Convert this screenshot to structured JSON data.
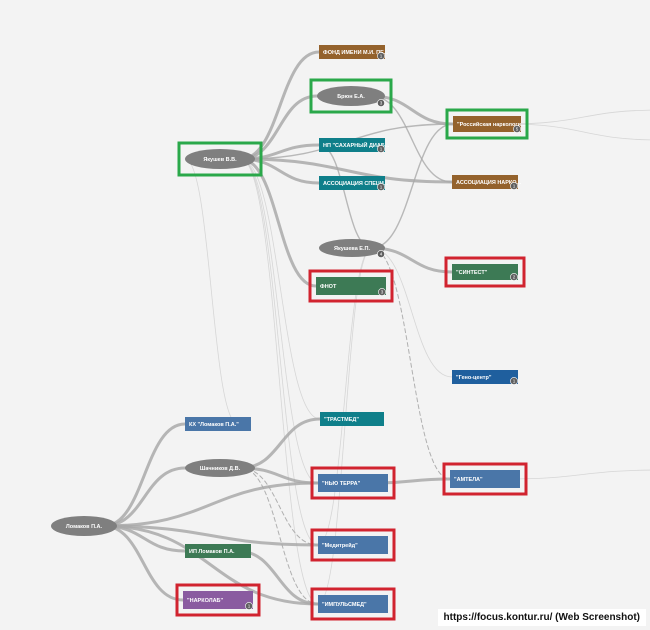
{
  "colors": {
    "background": "#f3f3f3",
    "person": "#7f7f7f",
    "teal": "#0f7f8a",
    "blue": "#4a76a8",
    "darkblue": "#1f5f9e",
    "green": "#3d7a55",
    "brown": "#94622c",
    "purple": "#8a5ba0",
    "highlight_red": "#d1232f",
    "highlight_green": "#2aa84a",
    "edge": "#a9a9a9",
    "edge_light": "#d3d3d3"
  },
  "nodes": [
    {
      "id": "fond",
      "type": "org",
      "label": "ФОНД ИМЕНИ М.И. ПЕ...",
      "color": "brown",
      "badge": "1",
      "highlight": ""
    },
    {
      "id": "bryun",
      "type": "person",
      "label": "Брюн Е.А.",
      "badge": "3",
      "highlight": "green"
    },
    {
      "id": "rosnark",
      "type": "org",
      "label": "\"Российская наркологи...",
      "color": "brown",
      "badge": "5",
      "highlight": "green"
    },
    {
      "id": "yakushev",
      "type": "person",
      "label": "Якушев В.В.",
      "badge": "",
      "highlight": "green"
    },
    {
      "id": "sakhar",
      "type": "org",
      "label": "НП \"САХАРНЫЙ ДИАБ...",
      "color": "teal",
      "badge": "1",
      "highlight": ""
    },
    {
      "id": "assoc_spec",
      "type": "org",
      "label": "АССОЦИАЦИЯ СПЕЦИ...",
      "color": "teal",
      "badge": "1",
      "highlight": ""
    },
    {
      "id": "assoc_nark",
      "type": "org",
      "label": "АССОЦИАЦИЯ НАРКО...",
      "color": "brown",
      "badge": "1",
      "highlight": ""
    },
    {
      "id": "yakusheva",
      "type": "person",
      "label": "Якушева Е.П.",
      "badge": "4",
      "highlight": ""
    },
    {
      "id": "fnot",
      "type": "org",
      "label": "ФНОТ",
      "color": "green",
      "badge": "3",
      "highlight": "red"
    },
    {
      "id": "sintest",
      "type": "org",
      "label": "\"СИНТЕСТ\"",
      "color": "green",
      "badge": "2",
      "highlight": "red"
    },
    {
      "id": "genocenter",
      "type": "org",
      "label": "\"Гено-центр\"",
      "color": "darkblue",
      "badge": "1",
      "highlight": ""
    },
    {
      "id": "kh_lomakov",
      "type": "org",
      "label": "КХ \"Ломаков П.А.\"",
      "color": "blue",
      "badge": "",
      "highlight": ""
    },
    {
      "id": "trastmed",
      "type": "org",
      "label": "\"ТРАСТМЕД\"",
      "color": "teal",
      "badge": "",
      "highlight": ""
    },
    {
      "id": "shachnikov",
      "type": "person",
      "label": "Шачников Д.В.",
      "badge": "",
      "highlight": ""
    },
    {
      "id": "nyu_terra",
      "type": "org",
      "label": "\"НЬЮ ТЕРРА\"",
      "color": "blue",
      "badge": "",
      "highlight": "red"
    },
    {
      "id": "amtela",
      "type": "org",
      "label": "\"АМТЕЛА\"",
      "color": "blue",
      "badge": "",
      "highlight": "red"
    },
    {
      "id": "lomakov",
      "type": "person",
      "label": "Ломаков П.А.",
      "badge": "",
      "highlight": ""
    },
    {
      "id": "ip_lomakov",
      "type": "org",
      "label": "ИП Ломаков П.А.",
      "color": "green",
      "badge": "",
      "highlight": ""
    },
    {
      "id": "meditreid",
      "type": "org",
      "label": "\"Медитрейд\"",
      "color": "blue",
      "badge": "",
      "highlight": "red"
    },
    {
      "id": "narkolab",
      "type": "org",
      "label": "\"НАРКОЛАБ\"",
      "color": "purple",
      "badge": "1",
      "highlight": "red"
    },
    {
      "id": "impulsmed",
      "type": "org",
      "label": "\"ИМПУЛЬСМЕД\"",
      "color": "blue",
      "badge": "",
      "highlight": "red"
    }
  ],
  "edges": [
    {
      "from": "yakushev",
      "to": "fond",
      "style": "thick"
    },
    {
      "from": "yakushev",
      "to": "bryun",
      "style": "thick"
    },
    {
      "from": "yakushev",
      "to": "sakhar",
      "style": "thick"
    },
    {
      "from": "yakushev",
      "to": "assoc_spec",
      "style": "thick"
    },
    {
      "from": "yakushev",
      "to": "assoc_nark",
      "style": "thick"
    },
    {
      "from": "yakushev",
      "to": "fnot",
      "style": "thick"
    },
    {
      "from": "yakushev",
      "to": "rosnark",
      "style": "thin"
    },
    {
      "from": "yakushev",
      "to": "trastmed",
      "style": "faint"
    },
    {
      "from": "yakushev",
      "to": "nyu_terra",
      "style": "faint"
    },
    {
      "from": "yakushev",
      "to": "meditreid",
      "style": "faint"
    },
    {
      "from": "yakushev",
      "to": "impulsmed",
      "style": "faint"
    },
    {
      "from": "yakushev",
      "to": "kh_lomakov",
      "style": "faint"
    },
    {
      "from": "bryun",
      "to": "rosnark",
      "style": "thick"
    },
    {
      "from": "bryun",
      "to": "assoc_nark",
      "style": "thin"
    },
    {
      "from": "yakusheva",
      "to": "rosnark",
      "style": "thin"
    },
    {
      "from": "yakusheva",
      "to": "sintest",
      "style": "thick"
    },
    {
      "from": "yakusheva",
      "to": "sakhar",
      "style": "thin"
    },
    {
      "from": "yakusheva",
      "to": "amtela",
      "style": "dashed"
    },
    {
      "from": "yakusheva",
      "to": "genocenter",
      "style": "faint"
    },
    {
      "from": "yakusheva",
      "to": "impulsmed",
      "style": "faint"
    },
    {
      "from": "yakusheva",
      "to": "meditreid",
      "style": "faint"
    },
    {
      "from": "lomakov",
      "to": "kh_lomakov",
      "style": "thick"
    },
    {
      "from": "lomakov",
      "to": "shachnikov",
      "style": "thick"
    },
    {
      "from": "lomakov",
      "to": "nyu_terra",
      "style": "thick"
    },
    {
      "from": "lomakov",
      "to": "meditreid",
      "style": "thick"
    },
    {
      "from": "lomakov",
      "to": "ip_lomakov",
      "style": "thick"
    },
    {
      "from": "lomakov",
      "to": "narkolab",
      "style": "thick"
    },
    {
      "from": "lomakov",
      "to": "impulsmed",
      "style": "thick"
    },
    {
      "from": "shachnikov",
      "to": "trastmed",
      "style": "thick"
    },
    {
      "from": "shachnikov",
      "to": "nyu_terra",
      "style": "thick"
    },
    {
      "from": "shachnikov",
      "to": "meditreid",
      "style": "dashed"
    },
    {
      "from": "shachnikov",
      "to": "impulsmed",
      "style": "dashed"
    },
    {
      "from": "nyu_terra",
      "to": "amtela",
      "style": "thick"
    },
    {
      "from": "ip_lomakov",
      "to": "impulsmed",
      "style": "thick"
    },
    {
      "from": "rosnark",
      "to": "offscreen_right_1",
      "style": "faint"
    },
    {
      "from": "rosnark",
      "to": "offscreen_right_2",
      "style": "faint"
    },
    {
      "from": "amtela",
      "to": "offscreen_right_3",
      "style": "faint"
    }
  ],
  "caption": "https://focus.kontur.ru/ (Web Screenshot)"
}
